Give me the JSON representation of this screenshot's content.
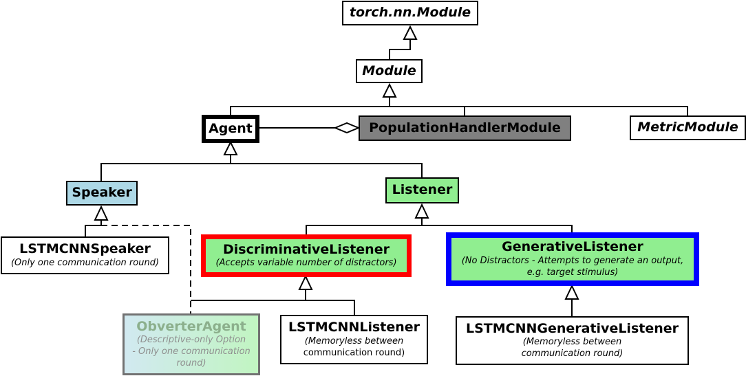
{
  "classes": {
    "torch_module": {
      "title": "torch.nn.Module"
    },
    "module": {
      "title": "Module"
    },
    "agent": {
      "title": "Agent"
    },
    "population_handler": {
      "title": "PopulationHandlerModule"
    },
    "metric_module": {
      "title": "MetricModule"
    },
    "speaker": {
      "title": "Speaker"
    },
    "listener": {
      "title": "Listener"
    },
    "lstmcnn_speaker": {
      "title": "LSTMCNNSpeaker",
      "note": "(Only one communication round)"
    },
    "discriminative_listener": {
      "title": "DiscriminativeListener",
      "note": "(Accepts variable number of distractors)"
    },
    "generative_listener": {
      "title": "GenerativeListener",
      "note_line1": "(No Distractors - Attempts to generate an output,",
      "note_line2": "e.g. target stimulus)"
    },
    "obverter_agent": {
      "title": "ObverterAgent",
      "note_line1": "(Descriptive-only Option",
      "note_line2": "- Only one communication",
      "note_line3": "round)"
    },
    "lstmcnn_listener": {
      "title": "LSTMCNNListener",
      "note_line1": "(Memoryless between",
      "note_line2": "communication round)"
    },
    "lstmcnn_generative_listener": {
      "title": "LSTMCNNGenerativeListener",
      "note_line1": "(Memoryless between",
      "note_line2": "communication round)"
    }
  },
  "colors": {
    "abstract_fill": "#ffffff",
    "speaker_fill": "#add8e6",
    "listener_fill": "#90ee90",
    "population_fill": "#808080",
    "discriminative_border": "#ff0000",
    "generative_border": "#0000ff"
  }
}
